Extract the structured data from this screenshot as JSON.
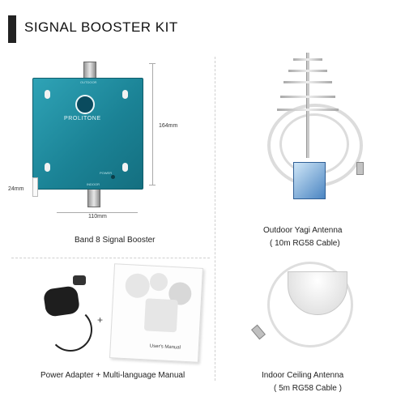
{
  "header": {
    "title": "SIGNAL BOOSTER KIT"
  },
  "booster": {
    "logo_text": "PROLITONE",
    "outdoor_label": "OUTDOOR",
    "indoor_label": "INDOOR",
    "power_label": "POWER",
    "height_label": "164mm",
    "width_label": "110mm",
    "depth_label": "24mm",
    "caption": "Band 8 Signal Booster"
  },
  "outdoor_antenna": {
    "caption_line1": "Outdoor Yagi Antenna",
    "caption_line2": "( 10m RG58 Cable)"
  },
  "indoor_antenna": {
    "caption_line1": "Indoor Ceiling Antenna",
    "caption_line2": "( 5m RG58 Cable )"
  },
  "accessories": {
    "plus": "+",
    "manual_title": "User's Manual",
    "caption": "Power Adapter + Multi-language Manual"
  }
}
